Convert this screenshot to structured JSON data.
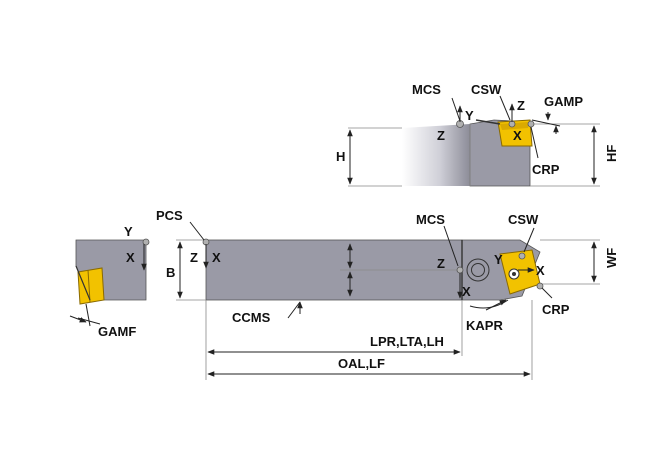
{
  "labels": {
    "top_view": {
      "mcs": "MCS",
      "csw": "CSW",
      "y": "Y",
      "z_axis": "Z",
      "gamp": "GAMP",
      "z_origin": "Z",
      "x_insert": "X",
      "h": "H",
      "crp": "CRP",
      "hf": "HF"
    },
    "end_view": {
      "y": "Y",
      "x": "X",
      "gamf": "GAMF"
    },
    "side_view": {
      "pcs": "PCS",
      "z": "Z",
      "x": "X",
      "b": "B",
      "mcs": "MCS",
      "csw": "CSW",
      "z_mcs": "Z",
      "x_mcs": "X",
      "y_insert": "Y",
      "x_insert": "X",
      "wf": "WF",
      "ccms": "CCMS",
      "crp": "CRP",
      "kapr": "KAPR",
      "lpr": "LPR,LTA,LH",
      "oal": "OAL,LF"
    }
  },
  "colors": {
    "body": "#9a9aa6",
    "body_shadow": "#6e6e7a",
    "insert": "#f2c200",
    "insert_dark": "#c99a00",
    "outline": "#333333"
  }
}
